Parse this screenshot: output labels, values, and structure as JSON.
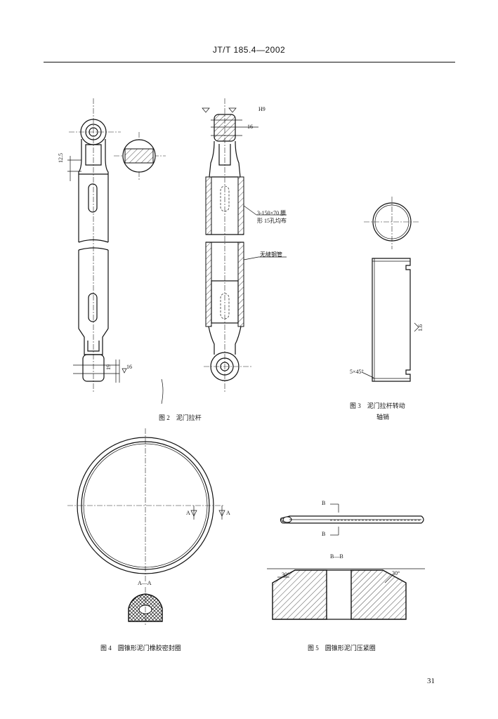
{
  "header": {
    "standard_code": "JT/T 185.4—2002"
  },
  "figures": {
    "fig2": {
      "caption": "图 2　泥门拉杆",
      "labels": {
        "h9": "H9",
        "d12_5": "12.5",
        "d16_top": "16",
        "d19": "19",
        "d16_bottom": "16",
        "holes_line1": "3-150×70 腰",
        "holes_line2": "形 15孔均布",
        "tube": "无缝钢管"
      }
    },
    "fig3": {
      "caption_line1": "图 3　泥门拉杆转动",
      "caption_line2": "轴销",
      "labels": {
        "chamfer": "5×45°",
        "surface": "1.6"
      }
    },
    "fig4": {
      "caption": "图 4　圆锥形泥门橡胶密封圈",
      "labels": {
        "section_mark_left": "A",
        "section_mark_right": "A",
        "section_title": "A—A"
      }
    },
    "fig5": {
      "caption": "图 5　圆锥形泥门压紧圈",
      "labels": {
        "mark_top": "B",
        "mark_bottom": "B",
        "section_title": "B—B",
        "angle_left": "30°",
        "angle_right": "30°"
      }
    }
  },
  "page": {
    "number": "31"
  }
}
